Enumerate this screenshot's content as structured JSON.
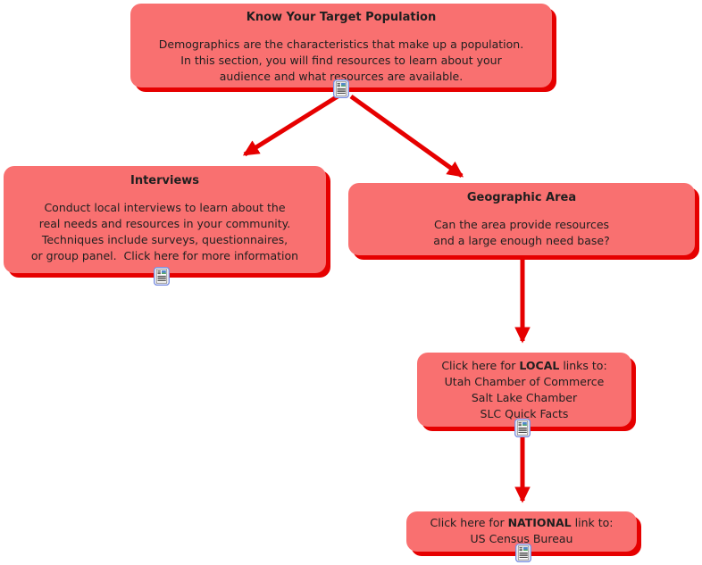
{
  "palette": {
    "box_fill": "#f97070",
    "box_shadow": "#e60000",
    "arrow": "#e60000",
    "text": "#1f1f1f",
    "icon_border": "#7b8fe0"
  },
  "nodes": {
    "know": {
      "title": "Know Your Target Population",
      "lines": [
        "Demographics are the characteristics that make up a population.",
        "In this section, you will find resources to learn about your",
        "audience and what resources are available."
      ]
    },
    "interviews": {
      "title": "Interviews",
      "lines": [
        "Conduct local interviews to learn about the",
        "real needs and resources in your community.",
        "Techniques include surveys, questionnaires,",
        "or group panel.  Click here for more information"
      ]
    },
    "geographic": {
      "title": "Geographic Area",
      "lines": [
        "Can the area provide resources",
        "and a large enough need base?"
      ]
    },
    "local": {
      "line1_prefix": "Click here for ",
      "line1_bold": "LOCAL",
      "line1_suffix": " links to:",
      "lines": [
        "Utah Chamber of Commerce",
        "Salt Lake Chamber",
        "SLC Quick Facts"
      ]
    },
    "national": {
      "line1_prefix": "Click here for ",
      "line1_bold": "NATIONAL",
      "line1_suffix": " link to:",
      "line2": "US Census Bureau"
    }
  },
  "icons": {
    "document_icon": "document-with-image"
  }
}
